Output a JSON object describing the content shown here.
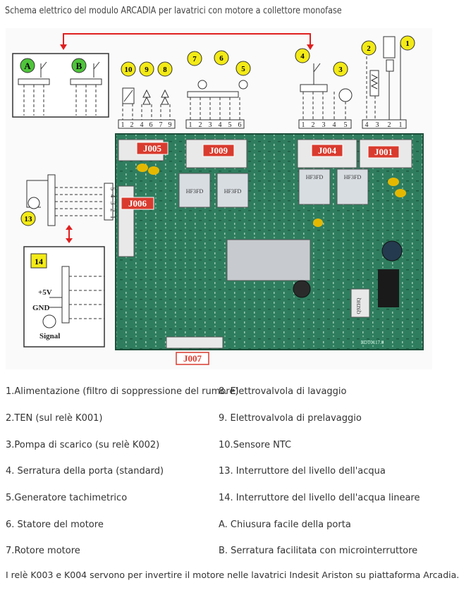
{
  "title": "Schema elettrico del modulo ARCADIA per lavatrici con motore a collettore monofase",
  "components": {
    "a": "A",
    "b": "B",
    "n1": "1",
    "n2": "2",
    "n3": "3",
    "n4": "4",
    "n5": "5",
    "n6": "6",
    "n7": "7",
    "n8": "8",
    "n9": "9",
    "n10": "10",
    "n13": "13",
    "n14": "14"
  },
  "connectors": {
    "j001": "J001",
    "j004": "J004",
    "j005": "J005",
    "j006": "J006",
    "j007": "J007",
    "j009": "J009"
  },
  "pins": {
    "group10": [
      "1",
      "2",
      "4",
      "6",
      "7",
      "9"
    ],
    "group7": [
      "1",
      "2",
      "3",
      "4",
      "5",
      "6"
    ],
    "group4": [
      "1",
      "2",
      "3",
      "4",
      "5"
    ],
    "group2": [
      "4",
      "3",
      "2",
      "1"
    ],
    "group13": [
      "1",
      "2",
      "3",
      "4",
      "5"
    ]
  },
  "level_sensor": {
    "v5": "+5V",
    "gnd": "GND",
    "signal": "Signal"
  },
  "relay_text": [
    "HF3FD",
    "HF3FD",
    "HF3FD",
    "HF3FD"
  ],
  "pcb_codes": [
    "EDT0117.0",
    "Q9ZHQ"
  ],
  "legend_left": [
    "1.Alimentazione (filtro di soppressione del rumore)",
    "2.TEN (sul relè K001)",
    "3.Pompa di scarico (su relè K002)",
    "4. Serratura della porta (standard)",
    "5.Generatore tachimetrico",
    "6. Statore del motore",
    "7.Rotore motore"
  ],
  "legend_right": [
    "8. Elettrovalvola di lavaggio",
    "9. Elettrovalvola di prelavaggio",
    "10.Sensore NTC",
    "13. Interruttore del livello dell'acqua",
    "14. Interruttore del livello dell'acqua lineare",
    "A. Chiusura facile della porta",
    "B. Serratura facilitata con microinterruttore"
  ],
  "footnote": "I relè K003 e K004 servono per invertire il motore nelle lavatrici Indesit Ariston su piattaforma Arcadia.",
  "colors": {
    "pcb": "#2f7d5f",
    "marker": "#f3ea17",
    "arrow": "#e02020",
    "connector": "#d93b2e",
    "green_badge": "#4ec43a"
  }
}
